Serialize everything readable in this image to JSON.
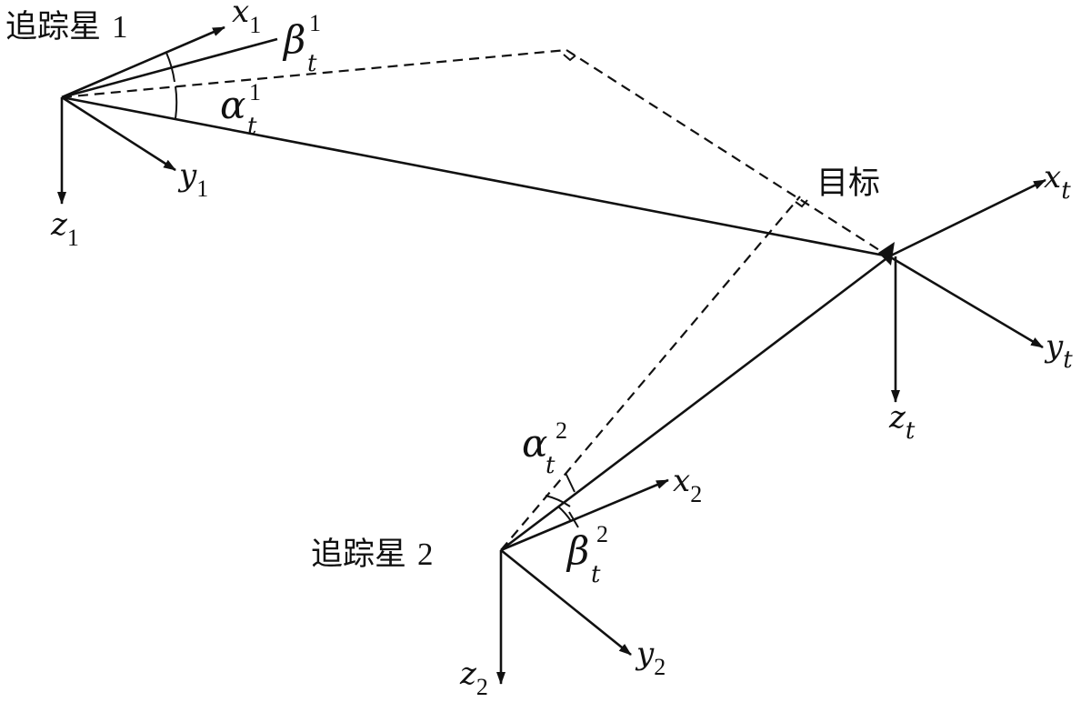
{
  "nodes": {
    "chaser1": {
      "name": "追踪星",
      "index": "1"
    },
    "chaser2": {
      "name": "追踪星",
      "index": "2"
    },
    "target": {
      "name": "目标"
    }
  },
  "axes": {
    "chaser1": {
      "x": [
        "x",
        "1"
      ],
      "y": [
        "y",
        "1"
      ],
      "z": [
        "z",
        "1"
      ]
    },
    "chaser2": {
      "x": [
        "x",
        "2"
      ],
      "y": [
        "y",
        "2"
      ],
      "z": [
        "z",
        "2"
      ]
    },
    "target": {
      "x": [
        "x",
        "t"
      ],
      "y": [
        "y",
        "t"
      ],
      "z": [
        "z",
        "t"
      ]
    }
  },
  "angles": {
    "alpha1": {
      "sym": "α",
      "sub": "t",
      "sup": "1"
    },
    "beta1": {
      "sym": "β",
      "sub": "t",
      "sup": "1"
    },
    "alpha2": {
      "sym": "α",
      "sub": "t",
      "sup": "2"
    },
    "beta2": {
      "sym": "β",
      "sub": "t",
      "sup": "2"
    }
  }
}
